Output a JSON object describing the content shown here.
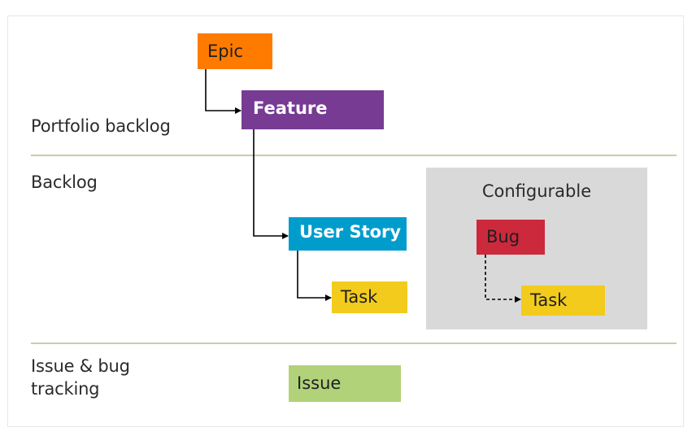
{
  "lanes": {
    "portfolio": "Portfolio backlog",
    "backlog": "Backlog",
    "issue_line1": "Issue & bug",
    "issue_line2": "tracking"
  },
  "items": {
    "epic": "Epic",
    "feature": "Feature",
    "user_story": "User Story",
    "task": "Task",
    "issue": "Issue"
  },
  "configurable": {
    "title": "Configurable",
    "bug": "Bug",
    "task": "Task"
  },
  "colors": {
    "epic": "#ff7b00",
    "feature": "#773b93",
    "user_story": "#009ccc",
    "task": "#f2cb1d",
    "bug": "#cc293d",
    "issue": "#b2d27a",
    "panel": "#d9d9d9",
    "divider": "#c4cfa8"
  }
}
